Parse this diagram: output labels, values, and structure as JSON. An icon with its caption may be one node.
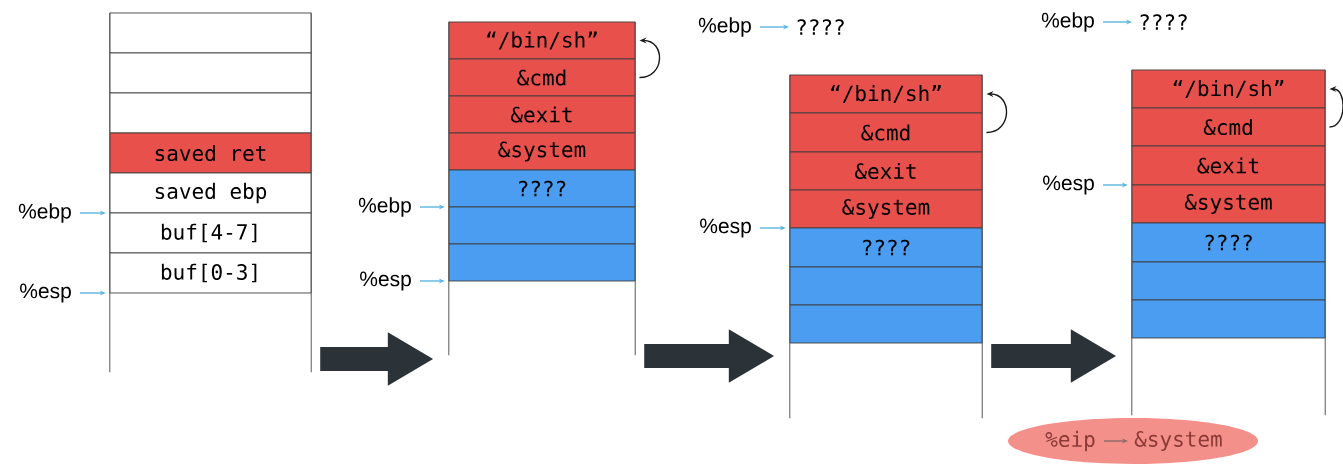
{
  "diagram": {
    "nodes": [
      {
        "text": [],
        "shape": "box"
      },
      {
        "text": [],
        "shape": "box",
        "in": 0
      },
      {
        "text": [],
        "shape": "box",
        "in": 0
      },
      {
        "text": [],
        "shape": "box",
        "in": 0
      },
      {
        "text": [
          "saved ret"
        ],
        "in": 0
      },
      {
        "text": [
          "saved ebp"
        ],
        "in": 0
      },
      {
        "text": [
          "buf[4-7]"
        ],
        "in": 0
      },
      {
        "text": [
          "buf[0-3]"
        ],
        "in": 0
      },
      {
        "text": [
          "%ebp"
        ]
      },
      {
        "text": [
          "%esp"
        ]
      },
      {
        "text": [],
        "shape": "box"
      },
      {
        "text": [
          "“/bin/sh”"
        ],
        "in": 10
      },
      {
        "text": [
          "&cmd"
        ],
        "in": 10
      },
      {
        "text": [
          "&exit"
        ],
        "in": 10
      },
      {
        "text": [
          "&system"
        ],
        "in": 10
      },
      {
        "text": [
          "????"
        ],
        "in": 10
      },
      {
        "text": [],
        "shape": "box",
        "in": 10
      },
      {
        "text": [],
        "shape": "box",
        "in": 10
      },
      {
        "text": [
          "%ebp"
        ]
      },
      {
        "text": [
          "%esp"
        ]
      },
      {
        "text": [
          "%ebp"
        ]
      },
      {
        "text": [
          "????"
        ]
      },
      {
        "text": [],
        "shape": "box"
      },
      {
        "text": [
          "“/bin/sh”"
        ],
        "in": 22
      },
      {
        "text": [
          "&cmd"
        ],
        "in": 22
      },
      {
        "text": [
          "&exit"
        ],
        "in": 22
      },
      {
        "text": [
          "&system"
        ],
        "in": 22
      },
      {
        "text": [
          "????"
        ],
        "in": 22
      },
      {
        "text": [],
        "shape": "box",
        "in": 22
      },
      {
        "text": [],
        "shape": "box",
        "in": 22
      },
      {
        "text": [
          "%esp"
        ]
      },
      {
        "text": [
          "%ebp"
        ]
      },
      {
        "text": [
          "????"
        ]
      },
      {
        "text": [],
        "shape": "box"
      },
      {
        "text": [
          "“/bin/sh”"
        ],
        "in": 33
      },
      {
        "text": [
          "&cmd"
        ],
        "in": 33
      },
      {
        "text": [
          "&exit"
        ],
        "in": 33
      },
      {
        "text": [
          "&system"
        ],
        "in": 33
      },
      {
        "text": [
          "????"
        ],
        "in": 33
      },
      {
        "text": [],
        "shape": "box",
        "in": 33
      },
      {
        "text": [],
        "shape": "box",
        "in": 33
      },
      {
        "text": [
          "%esp"
        ]
      },
      {
        "text": [],
        "shape": "ellipse"
      },
      {
        "text": [
          "%eip"
        ],
        "in": 42
      },
      {
        "text": [
          "&system"
        ],
        "in": 42
      }
    ],
    "edges": [
      {
        "from": 8,
        "to": 0,
        "arrow": "to"
      },
      {
        "from": 9,
        "to": 0,
        "arrow": "to"
      },
      {
        "from": 0,
        "to": 10,
        "arrow": "to",
        "style": "thick",
        "color": "#2b3238"
      },
      {
        "from": 12,
        "to": 11,
        "arrow": "to",
        "color": "#1a1a1a"
      },
      {
        "from": 18,
        "to": 10,
        "arrow": "to"
      },
      {
        "from": 19,
        "to": 10,
        "arrow": "to"
      },
      {
        "from": 10,
        "to": 22,
        "arrow": "to",
        "style": "thick",
        "color": "#2b3238"
      },
      {
        "from": 20,
        "to": 21,
        "arrow": "to"
      },
      {
        "from": 24,
        "to": 23,
        "arrow": "to",
        "color": "#1a1a1a"
      },
      {
        "from": 30,
        "to": 22,
        "arrow": "to"
      },
      {
        "from": 22,
        "to": 33,
        "arrow": "to",
        "style": "thick",
        "color": "#2b3238"
      },
      {
        "from": 31,
        "to": 32,
        "arrow": "to"
      },
      {
        "from": 35,
        "to": 34,
        "arrow": "to",
        "color": "#1a1a1a"
      },
      {
        "from": 41,
        "to": 33,
        "arrow": "to"
      },
      {
        "from": 43,
        "to": 44,
        "arrow": "to",
        "color": "#8c6b68"
      }
    ]
  }
}
